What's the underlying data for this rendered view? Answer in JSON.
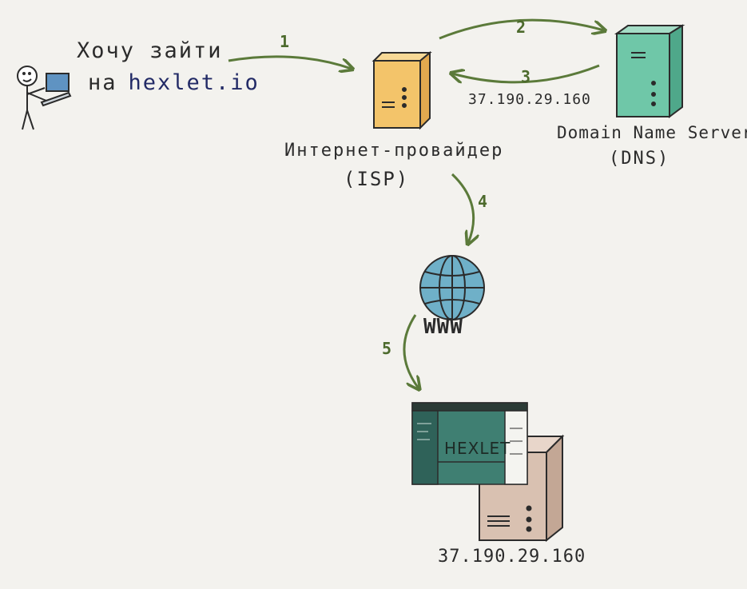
{
  "user": {
    "line1": "Хочу зайти",
    "line2_prefix": "на",
    "site": "hexlet.io"
  },
  "isp": {
    "name": "Интернет-провайдер",
    "abbr": "(ISP)"
  },
  "dns": {
    "name": "Domain Name Server",
    "abbr": "(DNS)",
    "ip_response": "37.190.29.160"
  },
  "steps": [
    "1",
    "2",
    "3",
    "4",
    "5"
  ],
  "www_label": "WWW",
  "website": {
    "logo": "HEXLET"
  },
  "final_server": {
    "ip": "37.190.29.160"
  },
  "colors": {
    "arrow": "#5b7a3a",
    "isp_server": "#f3c46a",
    "dns_server": "#6fc7a8",
    "globe": "#6fb0c8",
    "website": "#3f7f72",
    "web_server": "#d9c1b1"
  }
}
